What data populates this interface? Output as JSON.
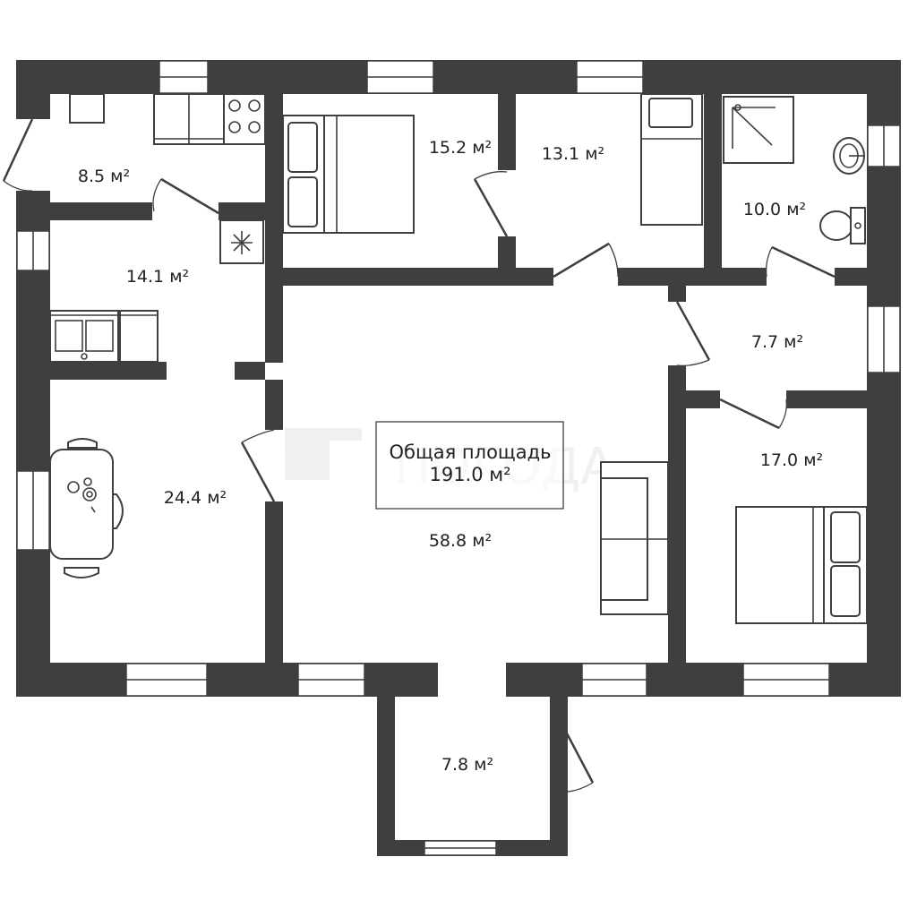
{
  "plan": {
    "total": {
      "label": "Общая площадь",
      "value": "191.0 м²"
    },
    "rooms": [
      {
        "id": "pantry",
        "area": "8.5 м²"
      },
      {
        "id": "bedroom-1",
        "area": "15.2 м²"
      },
      {
        "id": "bedroom-2",
        "area": "13.1 м²"
      },
      {
        "id": "bathroom",
        "area": "10.0 м²"
      },
      {
        "id": "kitchen",
        "area": "14.1 м²"
      },
      {
        "id": "hallway",
        "area": "7.7 м²"
      },
      {
        "id": "dining",
        "area": "24.4 м²"
      },
      {
        "id": "living",
        "area": "58.8 м²"
      },
      {
        "id": "bedroom-3",
        "area": "17.0 м²"
      },
      {
        "id": "entrance",
        "area": "7.8 м²"
      }
    ],
    "watermark": "ПОГОДА",
    "colors": {
      "wall": "#3f3f41",
      "background": "#ffffff"
    }
  }
}
